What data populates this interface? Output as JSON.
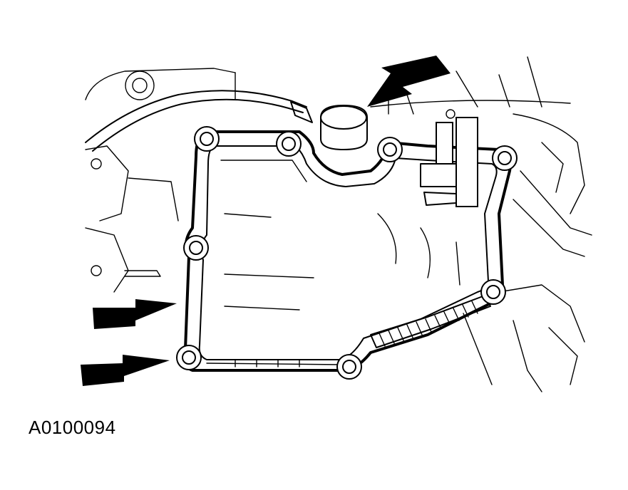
{
  "figure": {
    "reference_code": "A0100094"
  },
  "callouts": [
    {
      "id": "arrow-top",
      "direction": "down-left"
    },
    {
      "id": "arrow-left-upper",
      "direction": "right"
    },
    {
      "id": "arrow-left-lower",
      "direction": "right"
    }
  ],
  "colors": {
    "line": "#000000",
    "background": "#ffffff"
  }
}
